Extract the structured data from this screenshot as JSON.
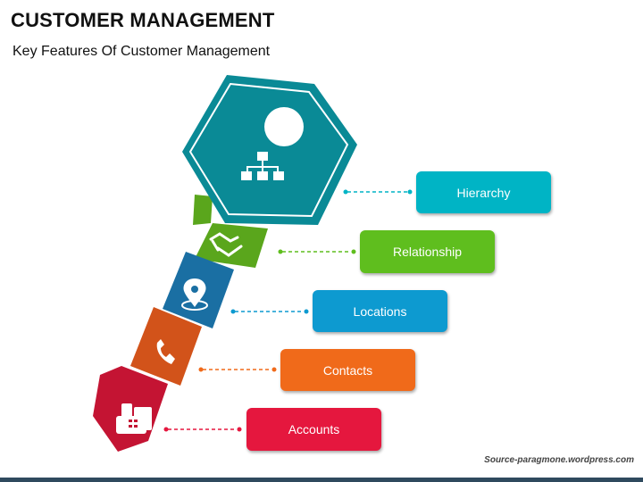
{
  "header": {
    "title": "CUSTOMER MANAGEMENT",
    "subtitle": "Key Features Of Customer Management"
  },
  "features": [
    {
      "label": "Hierarchy",
      "color": "#00b4c5",
      "icon": "hierarchy-icon"
    },
    {
      "label": "Relationship",
      "color": "#5fbe1e",
      "icon": "handshake-icon"
    },
    {
      "label": "Locations",
      "color": "#0d9ad0",
      "icon": "location-pin-icon"
    },
    {
      "label": "Contacts",
      "color": "#f06a1a",
      "icon": "phone-icon"
    },
    {
      "label": "Accounts",
      "color": "#e5173e",
      "icon": "fax-machine-icon"
    }
  ],
  "key_colors": {
    "head": "#0a8a96",
    "relationship": "#5aa61c",
    "locations": "#1a6fa3",
    "contacts": "#d2531a",
    "accounts": "#c41433"
  },
  "footer": {
    "source": "Source-paragmone.wordpress.com"
  }
}
